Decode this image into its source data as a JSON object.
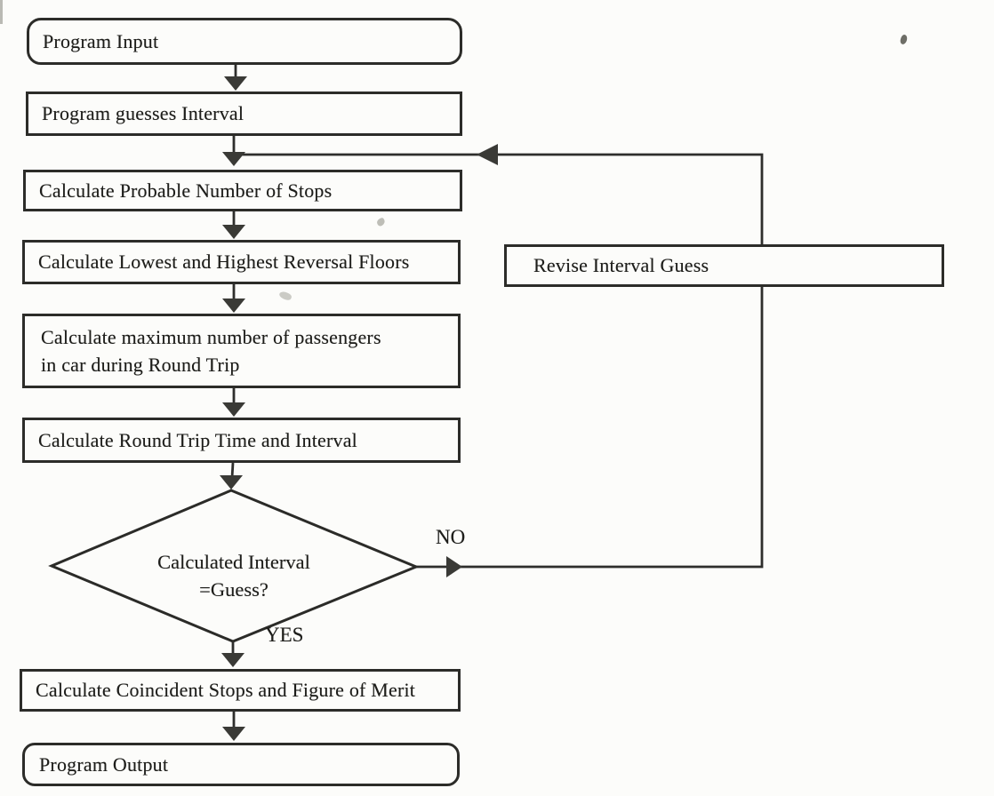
{
  "diagram": {
    "type": "flowchart",
    "nodes": {
      "program_input": {
        "shape": "terminator",
        "label": "Program Input"
      },
      "program_guesses_interval": {
        "shape": "process",
        "label": "Program guesses Interval"
      },
      "calc_probable_stops": {
        "shape": "process",
        "label": "Calculate Probable Number of Stops"
      },
      "calc_reversal_floors": {
        "shape": "process",
        "label": "Calculate Lowest and Highest Reversal Floors"
      },
      "calc_max_passengers": {
        "shape": "process",
        "line1": "Calculate maximum number of passengers",
        "line2": "in car during Round Trip"
      },
      "calc_round_trip": {
        "shape": "process",
        "label": "Calculate Round Trip Time and Interval"
      },
      "decision_interval": {
        "shape": "decision",
        "line1": "Calculated Interval",
        "line2": "=Guess?"
      },
      "revise_interval_guess": {
        "shape": "process",
        "label": "Revise Interval Guess"
      },
      "calc_coincident_stops": {
        "shape": "process",
        "label": "Calculate Coincident Stops and Figure of Merit"
      },
      "program_output": {
        "shape": "terminator",
        "label": "Program Output"
      }
    },
    "edge_labels": {
      "no": "NO",
      "yes": "YES"
    },
    "colors": {
      "ink": "#2c2c29",
      "arrow_fill": "#3a3a36",
      "paper": "#fcfcfa"
    }
  }
}
